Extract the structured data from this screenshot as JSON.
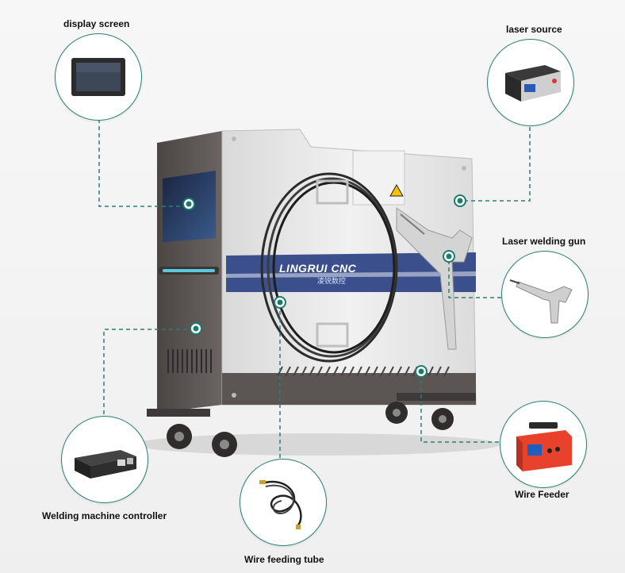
{
  "brand": {
    "logo_text": "LINGRUI CNC",
    "logo_subtext": "凌锐数控"
  },
  "components": [
    {
      "id": "display-screen",
      "label": "display screen"
    },
    {
      "id": "laser-source",
      "label": "laser source"
    },
    {
      "id": "laser-welding-gun",
      "label": "Laser welding gun"
    },
    {
      "id": "wire-feeder",
      "label": "Wire Feeder"
    },
    {
      "id": "wire-feeding-tube",
      "label": "Wire feeding tube"
    },
    {
      "id": "welding-machine-controller",
      "label": "Welding machine controller"
    }
  ],
  "colors": {
    "connector": "#2a7f74",
    "marker": "#1f7a6e",
    "machine_body": "#e6e6e6",
    "machine_dark": "#5b5654",
    "stripe": "#3b4f8c",
    "feeder_red": "#e8412c"
  }
}
